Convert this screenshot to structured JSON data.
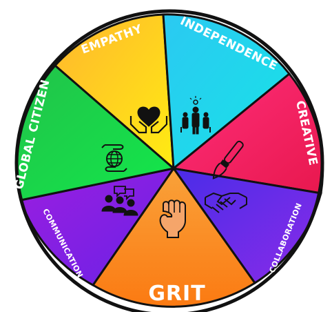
{
  "wheel": {
    "segments": [
      {
        "label": "EMPATHY",
        "icon": "hands-holding-heart-icon",
        "color": "#FFD60A"
      },
      {
        "label": "INDEPENDENCE",
        "icon": "person-with-lightbulb-group-icon",
        "color": "#22D8EC"
      },
      {
        "label": "CREATIVE",
        "icon": "paintbrush-icon",
        "color": "#F4225E"
      },
      {
        "label": "COLLABORATION",
        "icon": "handshake-icon",
        "color": "#6B2FE8"
      },
      {
        "label": "GRIT",
        "icon": "raised-fist-icon",
        "color": "#FA8C1E"
      },
      {
        "label": "COMMUNICATION",
        "icon": "people-talking-icon",
        "color": "#7A1FE0"
      },
      {
        "label": "GLOBAL CITIZEN",
        "icon": "hands-holding-globe-icon",
        "color": "#19D84A"
      }
    ],
    "rim_color": "#111111"
  }
}
